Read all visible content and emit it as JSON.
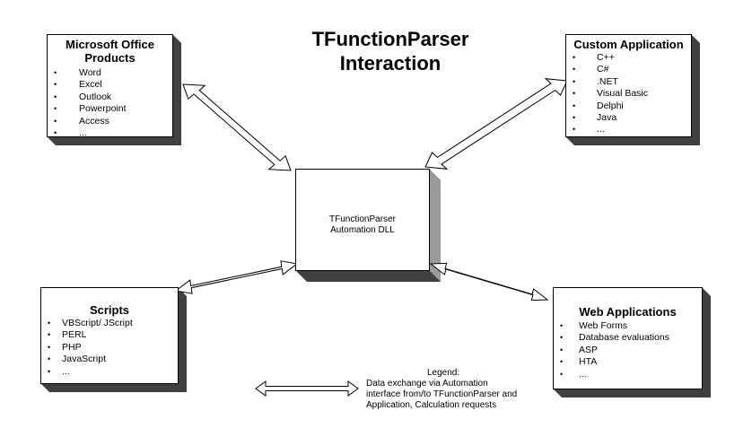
{
  "title_line1": "TFunctionParser",
  "title_line2": "Interaction",
  "center": {
    "line1": "TFunctionParser",
    "line2": "Automation DLL"
  },
  "office": {
    "title_line1": "Microsoft Office",
    "title_line2": "Products",
    "items": [
      "Word",
      "Excel",
      "Outlook",
      "Powerpoint",
      "Access",
      "..."
    ]
  },
  "custom": {
    "title": "Custom Application",
    "items": [
      "C++",
      "C#",
      ".NET",
      "Visual Basic",
      "Delphi",
      "Java",
      "..."
    ]
  },
  "scripts": {
    "title": "Scripts",
    "items": [
      "VBScript/ JScript",
      "PERL",
      "PHP",
      "JavaScript",
      "..."
    ]
  },
  "web": {
    "title": "Web Applications",
    "items": [
      "Web Forms",
      "Database evaluations",
      "ASP",
      "HTA",
      "..."
    ]
  },
  "bullet": "•",
  "legend": {
    "title": "Legend:",
    "line1": "Data exchange via Automation",
    "line2": "interface from/to TFunctionParser and",
    "line3": "Application, Calculation requests"
  }
}
